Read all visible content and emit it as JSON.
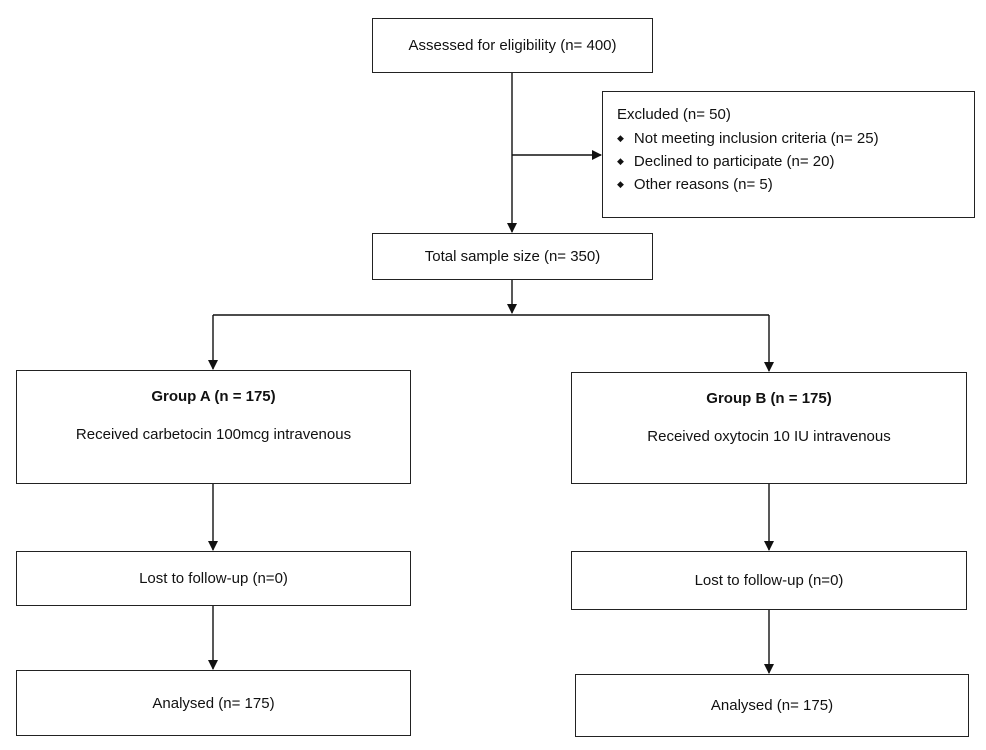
{
  "assessed": {
    "label": "Assessed for eligibility (n= 400)"
  },
  "excluded": {
    "heading": "Excluded (n= 50)",
    "items": [
      "Not meeting inclusion criteria (n= 25)",
      "Declined to participate (n= 20)",
      "Other reasons (n= 5)"
    ],
    "bullet": "◆"
  },
  "total": {
    "label": "Total sample size (n= 350)"
  },
  "group_a": {
    "title": "Group A (n = 175)",
    "description": "Received carbetocin 100mcg intravenous",
    "lost": "Lost to follow-up (n=0)",
    "analysed": "Analysed (n= 175)"
  },
  "group_b": {
    "title": "Group B (n = 175)",
    "description": "Received oxytocin 10 IU intravenous",
    "lost": "Lost to follow-up (n=0)",
    "analysed": "Analysed (n= 175)"
  }
}
